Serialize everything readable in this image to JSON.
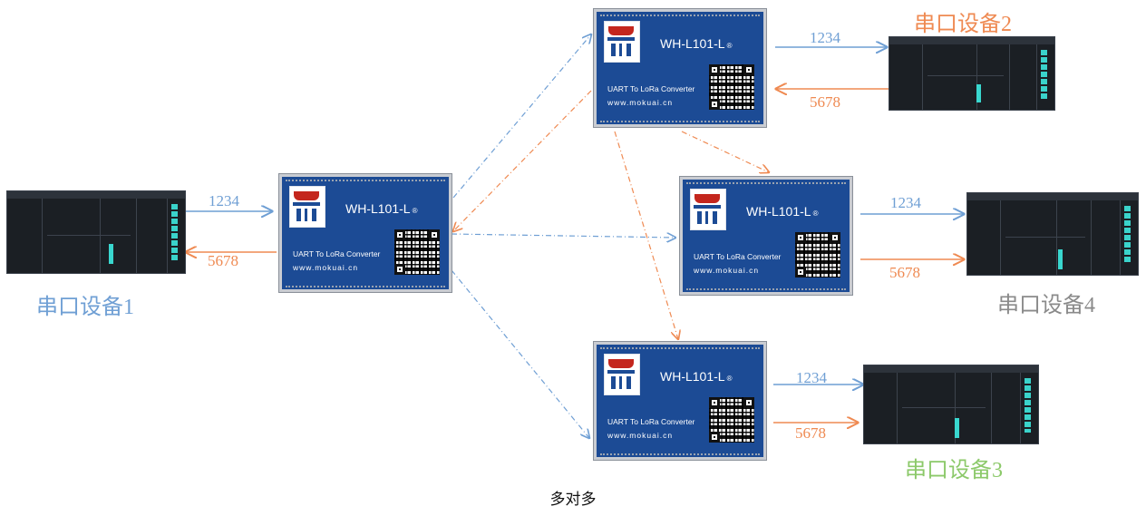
{
  "caption": "多对多",
  "module": {
    "model": "WH-L101-L",
    "mark": "®",
    "desc": "UART To LoRa Converter",
    "url": "www.mokuai.cn"
  },
  "devices": [
    {
      "id": "d1",
      "label": "串口设备1",
      "color": "#6f9fd4",
      "send": "1234",
      "recv": "5678"
    },
    {
      "id": "d2",
      "label": "串口设备2",
      "color": "#ef8a52",
      "send": "1234",
      "recv": "5678"
    },
    {
      "id": "d4",
      "label": "串口设备4",
      "color": "#8a8a8a",
      "send": "1234",
      "recv": "5678"
    },
    {
      "id": "d3",
      "label": "串口设备3",
      "color": "#8cc96a",
      "send": "1234",
      "recv": "5678"
    }
  ],
  "colors": {
    "send": "#6f9fd4",
    "recv": "#ef8a52",
    "module": "#1c4b95"
  }
}
